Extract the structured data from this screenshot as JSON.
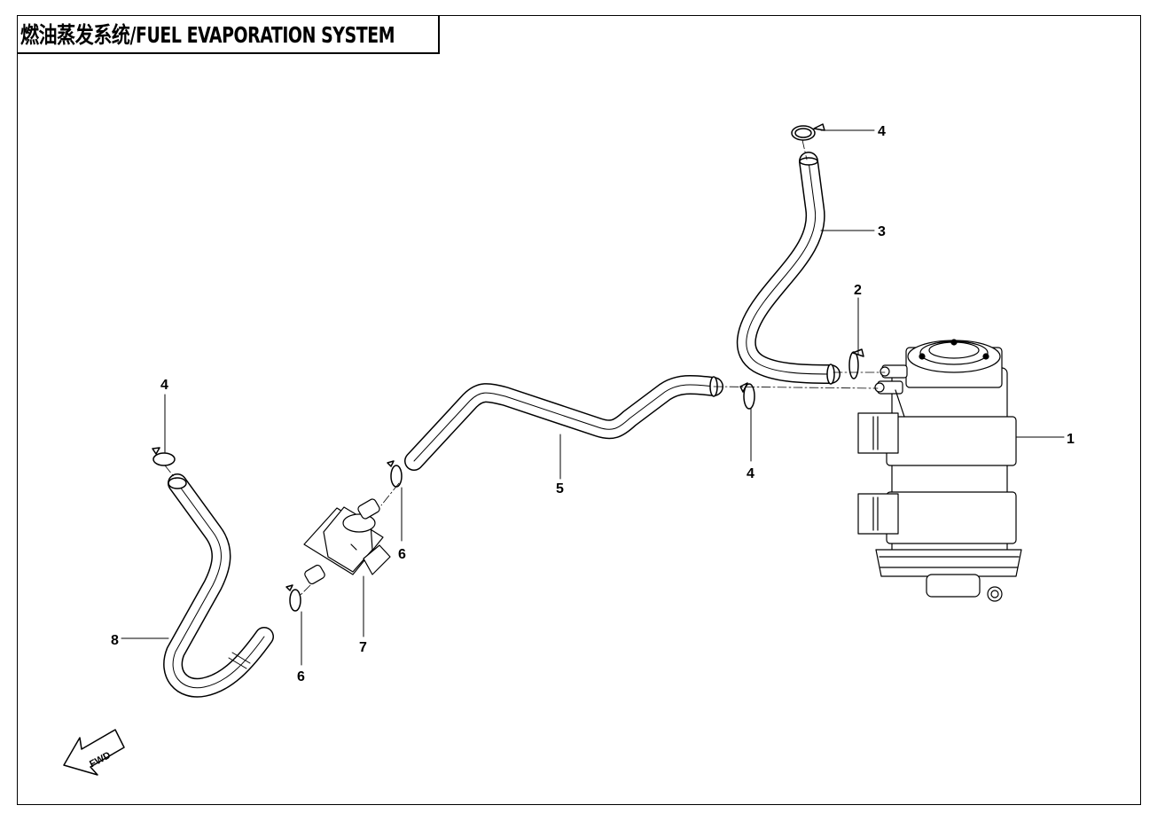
{
  "title": "燃油蒸发系统/FUEL EVAPORATION SYSTEM",
  "callouts": [
    {
      "id": "c1",
      "text": "1"
    },
    {
      "id": "c2",
      "text": "2"
    },
    {
      "id": "c3",
      "text": "3"
    },
    {
      "id": "c4a",
      "text": "4"
    },
    {
      "id": "c4b",
      "text": "4"
    },
    {
      "id": "c4c",
      "text": "4"
    },
    {
      "id": "c5",
      "text": "5"
    },
    {
      "id": "c6a",
      "text": "6"
    },
    {
      "id": "c6b",
      "text": "6"
    },
    {
      "id": "c7",
      "text": "7"
    },
    {
      "id": "c8",
      "text": "8"
    }
  ],
  "fwd_label": "FWD"
}
